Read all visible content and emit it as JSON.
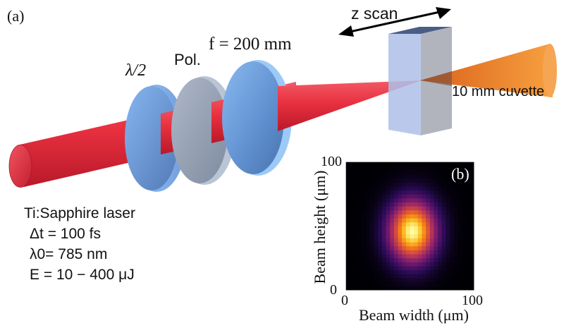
{
  "figure": {
    "panel_a_label": "(a)",
    "panel_b_label": "(b)",
    "labels": {
      "half_wave_plate": "λ/2",
      "polarizer": "Pol.",
      "lens": "f = 200 mm",
      "scan": "z scan",
      "cuvette": "10 mm cuvette"
    },
    "laser": {
      "name": "Ti:Sapphire laser",
      "pulse_duration": "Δt = 100 fs",
      "wavelength": "λ0= 785 nm",
      "energy": "E = 10  − 400 μJ"
    },
    "colors": {
      "beam": "#e8303f",
      "beam_dark": "#b01525",
      "optic_blue": "#6d9fdc",
      "polarizer_gray": "#9aa6b8",
      "cuvette_face": "#aebfe8",
      "cuvette_top": "#4a5d86",
      "output_beam": "#f2892b"
    }
  },
  "chart_data": {
    "type": "heatmap",
    "xlabel": "Beam width (μm)",
    "ylabel": "Beam height (μm)",
    "x_ticks": [
      "0",
      "100"
    ],
    "y_ticks": [
      "0",
      "100"
    ],
    "xlim": [
      0,
      100
    ],
    "ylim": [
      0,
      100
    ],
    "beam_center": [
      52,
      46
    ],
    "beam_sigma": [
      13,
      17
    ],
    "colormap": "inferno"
  }
}
